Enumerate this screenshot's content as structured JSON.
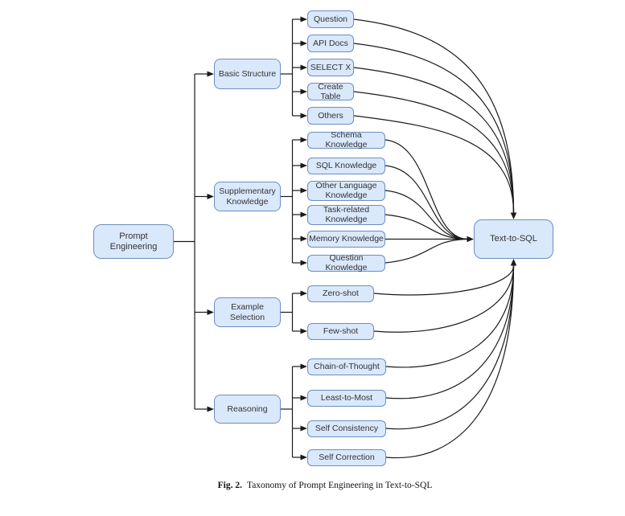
{
  "figure": {
    "caption_label": "Fig. 2.",
    "caption_text": "Taxonomy of Prompt Engineering in Text-to-SQL"
  },
  "colors": {
    "node_fill": "#dae8fc",
    "node_border": "#6c8ebf",
    "edge": "#1a1a1a",
    "text": "#333333",
    "background": "#ffffff"
  },
  "root": {
    "label": "Prompt Engineering"
  },
  "sink": {
    "label": "Text-to-SQL"
  },
  "branches": [
    {
      "label": "Basic Structure",
      "children": [
        "Question",
        "API Docs",
        "SELECT X",
        "Create Table",
        "Others"
      ]
    },
    {
      "label": "Supplementary Knowledge",
      "children": [
        "Schema Knowledge",
        "SQL Knowledge",
        "Other Language Knowledge",
        "Task-related Knowledge",
        "Memory Knowledge",
        "Question Knowledge"
      ]
    },
    {
      "label": "Example Selection",
      "children": [
        "Zero-shot",
        "Few-shot"
      ]
    },
    {
      "label": "Reasoning",
      "children": [
        "Chain-of-Thought",
        "Least-to-Most",
        "Self Consistency",
        "Self Correction"
      ]
    }
  ]
}
